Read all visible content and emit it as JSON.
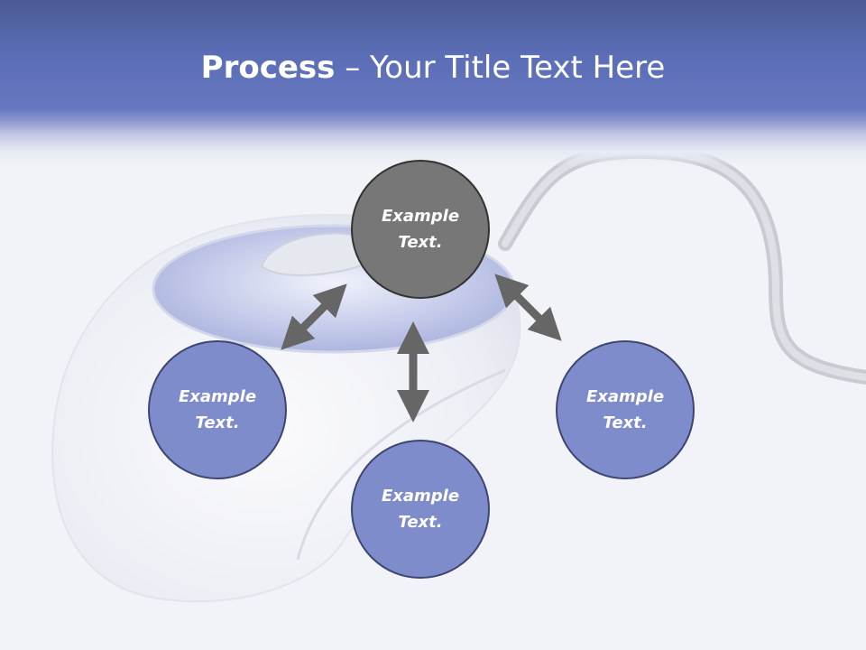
{
  "title": {
    "bold": "Process",
    "dash": " – ",
    "rest": "Your Title Text Here"
  },
  "nodes": {
    "center": {
      "line1": "Example",
      "line2": "Text."
    },
    "left": {
      "line1": "Example",
      "line2": "Text."
    },
    "bottom": {
      "line1": "Example",
      "line2": "Text."
    },
    "right": {
      "line1": "Example",
      "line2": "Text."
    }
  },
  "colors": {
    "title_band": "#5a6db5",
    "center_node": "#777777",
    "outer_node": "#7f8ccc",
    "arrow": "#666666"
  }
}
